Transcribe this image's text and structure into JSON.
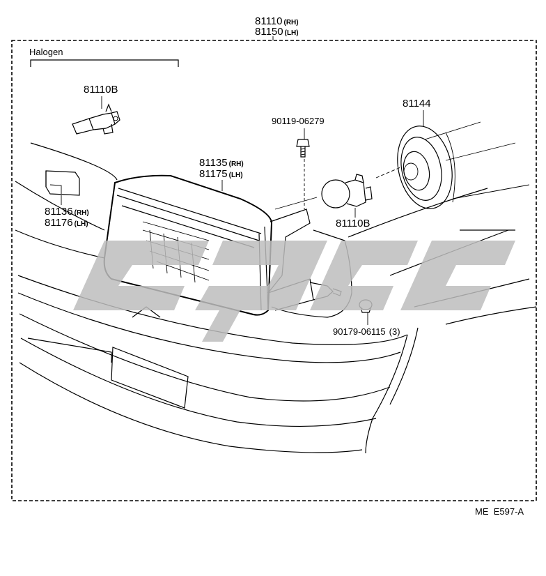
{
  "top_part": {
    "num1": "81110",
    "tag1": "(RH)",
    "num2": "81150",
    "tag2": "(LH)"
  },
  "section_label": "Halogen",
  "parts": {
    "bulb_a": {
      "num": "81110B"
    },
    "reflector": {
      "num": "81144"
    },
    "screw": {
      "num": "90119-06279"
    },
    "unit": {
      "num1": "81135",
      "tag1": "(RH)",
      "num2": "81175",
      "tag2": "(LH)"
    },
    "bulb_b": {
      "num": "81110B"
    },
    "bracket": {
      "num1": "81136",
      "tag1": "(RH)",
      "num2": "81176",
      "tag2": "(LH)"
    },
    "clip": {
      "num": "90179-06115",
      "qty": "(3)"
    }
  },
  "diagram_code": "ME  E597-A",
  "watermark": "cjsc"
}
